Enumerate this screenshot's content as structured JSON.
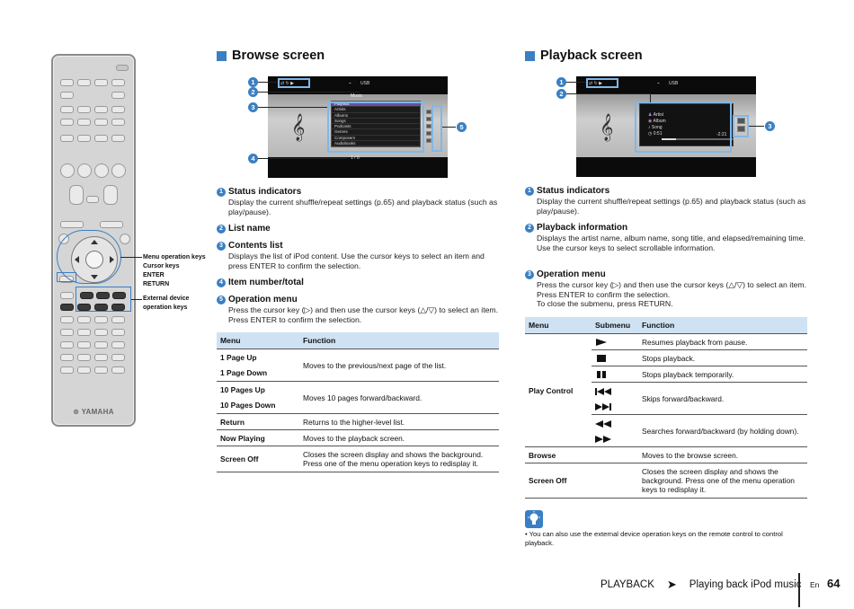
{
  "remote": {
    "callouts": {
      "menu_operation_keys": "Menu operation keys",
      "cursor_keys": "Cursor keys",
      "enter": "ENTER",
      "return": "RETURN",
      "external_device_operation_keys": "External device\noperation keys"
    }
  },
  "browse": {
    "title": "Browse screen",
    "screen": {
      "input": "USB",
      "list_name": "Music",
      "items": [
        "Playlists",
        "Artists",
        "Albums",
        "Songs",
        "Podcasts",
        "Genres",
        "Composers",
        "Audiobooks"
      ],
      "item_count": "1 / 8"
    },
    "items": [
      {
        "num": "1",
        "title": "Status indicators",
        "body": "Display the current shuffle/repeat settings (p.65) and playback status (such as play/pause)."
      },
      {
        "num": "2",
        "title": "List name",
        "body": ""
      },
      {
        "num": "3",
        "title": "Contents list",
        "body": "Displays the list of iPod content. Use the cursor keys to select an item and press ENTER to confirm the selection."
      },
      {
        "num": "4",
        "title": "Item number/total",
        "body": ""
      },
      {
        "num": "5",
        "title": "Operation menu",
        "body": "Press the cursor key (▷) and then use the cursor keys (△/▽) to select an item. Press ENTER to confirm the selection."
      }
    ],
    "table": {
      "headers": [
        "Menu",
        "Function"
      ],
      "rows": [
        {
          "menu": "1 Page Up",
          "function": "Moves to the previous/next page of the list."
        },
        {
          "menu": "1 Page Down",
          "function": ""
        },
        {
          "menu": "10 Pages Up",
          "function": "Moves 10 pages forward/backward."
        },
        {
          "menu": "10 Pages Down",
          "function": ""
        },
        {
          "menu": "Return",
          "function": "Returns to the higher-level list."
        },
        {
          "menu": "Now Playing",
          "function": "Moves to the playback screen."
        },
        {
          "menu": "Screen Off",
          "function": "Closes the screen display and shows the background. Press one of the menu operation keys to redisplay it."
        }
      ]
    }
  },
  "playback": {
    "title": "Playback screen",
    "screen": {
      "input": "USB",
      "artist": "Artist",
      "album": "Album",
      "song": "Song",
      "elapsed": "0:51",
      "remaining": "-2:21",
      "progress": 0.2
    },
    "items": [
      {
        "num": "1",
        "title": "Status indicators",
        "body": "Display the current shuffle/repeat settings (p.65) and playback status (such as play/pause)."
      },
      {
        "num": "2",
        "title": "Playback information",
        "body": "Displays the artist name, album name, song title, and elapsed/remaining time.\nUse the cursor keys to select scrollable information."
      },
      {
        "num": "3",
        "title": "Operation menu",
        "body": "Press the cursor key (▷) and then use the cursor keys (△/▽) to select an item. Press ENTER to confirm the selection.\nTo close the submenu, press RETURN."
      }
    ],
    "table": {
      "headers": [
        "Menu",
        "Submenu",
        "Function"
      ],
      "play_control": "Play Control",
      "rows": [
        {
          "icon": "play-icon",
          "function": "Resumes playback from pause."
        },
        {
          "icon": "stop-icon",
          "function": "Stops playback."
        },
        {
          "icon": "pause-icon",
          "function": "Stops playback temporarily."
        },
        {
          "icon": "skip-back-icon",
          "function": "Skips forward/backward."
        },
        {
          "icon": "skip-forward-icon",
          "function": ""
        },
        {
          "icon": "rewind-icon",
          "function": "Searches forward/backward (by holding down)."
        },
        {
          "icon": "fast-forward-icon",
          "function": ""
        }
      ],
      "browse": {
        "menu": "Browse",
        "function": "Moves to the browse screen."
      },
      "screen_off": {
        "menu": "Screen Off",
        "function": "Closes the screen display and shows the background. Press one of the menu operation keys to redisplay it."
      }
    },
    "tip": "• You can also use the external device operation keys on the remote control to control playback."
  },
  "footer": {
    "section": "PLAYBACK",
    "chapter": "Playing back iPod music",
    "lang": "En",
    "page": "64"
  },
  "colors": {
    "accent": "#3a7fc3",
    "table_header": "#cfe2f3",
    "highlight": "#7fb8ea"
  }
}
